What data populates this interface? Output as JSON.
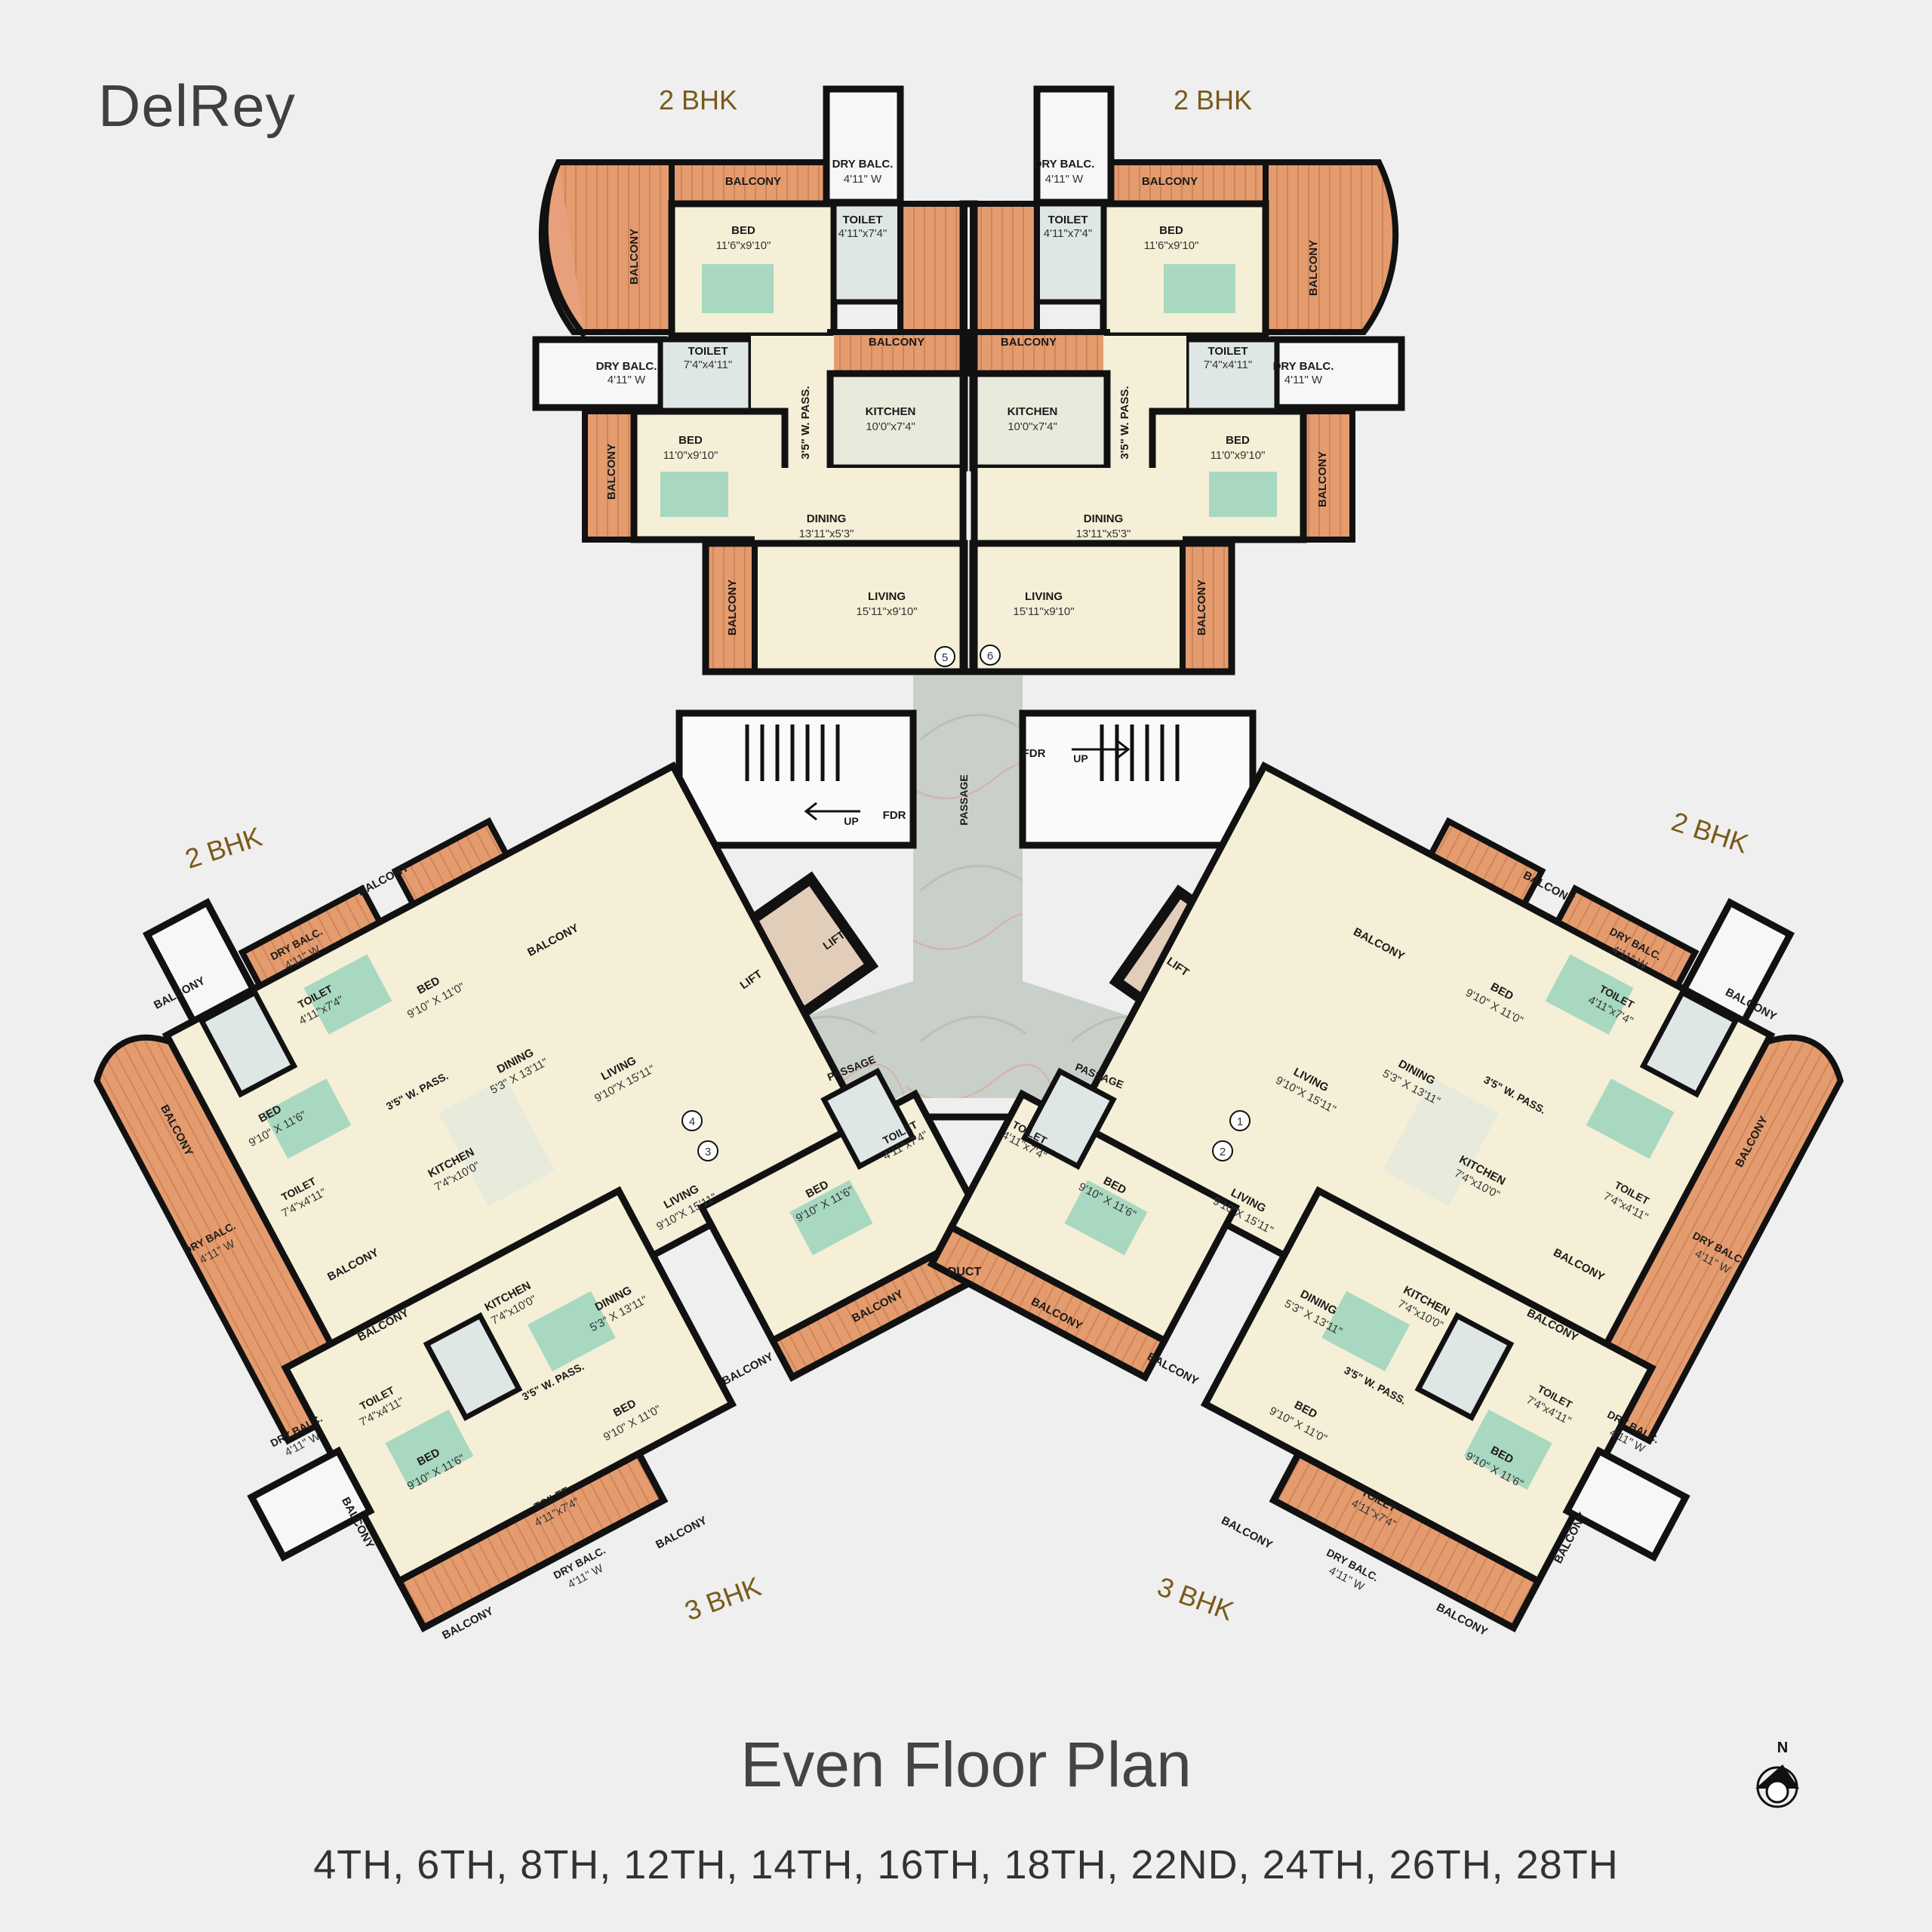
{
  "brand": "DelRey",
  "plan_title": "Even Floor Plan",
  "floors": "4TH, 6TH, 8TH, 12TH, 14TH, 16TH, 18TH, 22ND, 24TH, 26TH, 28TH",
  "compass_label": "N",
  "unit_types": {
    "top_left": "2 BHK",
    "top_right": "2 BHK",
    "mid_left": "2 BHK",
    "mid_right": "2 BHK",
    "bottom_left": "3 BHK",
    "bottom_right": "3 BHK"
  },
  "labels": {
    "balcony": "BALCONY",
    "dry_balc": "DRY BALC.",
    "toilet": "TOILET",
    "bed": "BED",
    "kitchen": "KITCHEN",
    "dining": "DINING",
    "living": "LIVING",
    "w_pass": "3'5\" W. PASS.",
    "passage": "PASSAGE",
    "lift": "LIFT",
    "fdr": "FDR",
    "up": "UP",
    "duct": "DUCT"
  },
  "dims": {
    "dry_balc": "4'11\" W",
    "toilet_a": "4'11\"x7'4\"",
    "toilet_b": "7'4\"x4'11\"",
    "bed_top_a": "11'6\"x9'10\"",
    "bed_top_b": "11'0\"x9'10\"",
    "kitchen_top": "10'0\"x7'4\"",
    "dining_top": "13'11\"x5'3\"",
    "living_top": "15'11\"x9'10\"",
    "bed_a": "9'10\" X 11'0\"",
    "bed_b": "9'10\" X 11'6\"",
    "dining_b": "5'3\" X 13'11\"",
    "living_b": "9'10\"X 15'11\"",
    "kitchen_b": "7'4\"x10'0\""
  },
  "flat_numbers": [
    "1",
    "2",
    "3",
    "4",
    "5",
    "6"
  ],
  "colors": {
    "balcony": "#e8a07c",
    "room": "#f4efd6",
    "bed": "#a8d8c0",
    "wall": "#111111",
    "text": "#444444",
    "bhk": "#7a5a1a"
  }
}
